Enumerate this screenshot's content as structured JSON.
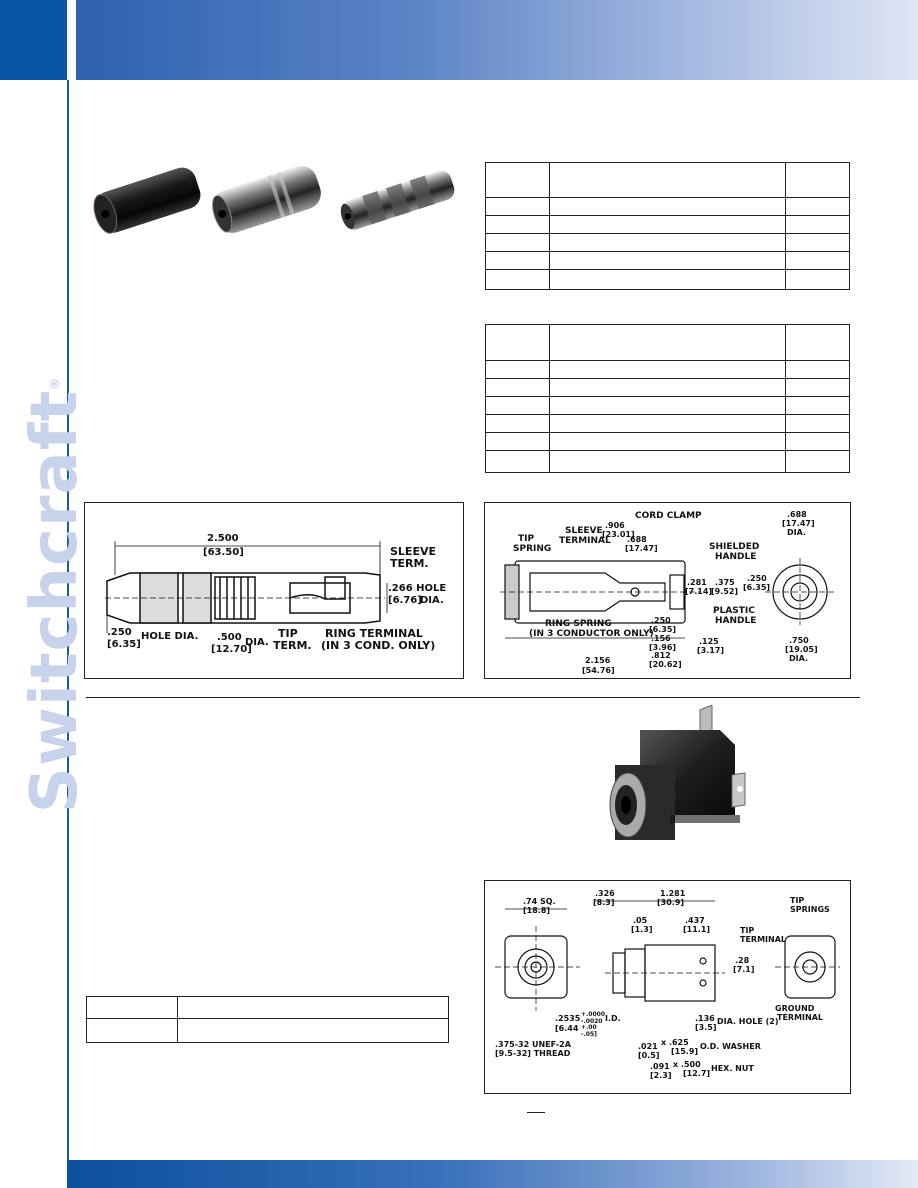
{
  "brand": {
    "name": "Switchcraft",
    "mark": "®",
    "colors": {
      "primary": "#0a56a6",
      "accent_light": "#c7d3ea"
    }
  },
  "diagram_plug": {
    "length": "2.500",
    "length_mm": "[63.50]",
    "sleeve_term": "SLEEVE",
    "sleeve_term2": "TERM.",
    "hole_266": ".266 HOLE",
    "hole_266_mm": "[6.76]",
    "hole_266_dia": "DIA.",
    "hole_250": ".250",
    "hole_250_mm": "[6.35]",
    "hole_250_label": "HOLE DIA.",
    "dia_500": ".500",
    "dia_500_mm": "[12.70]",
    "dia_label": "DIA.",
    "tip_term": "TIP",
    "tip_term2": "TERM.",
    "ring_terminal": "RING TERMINAL",
    "ring_terminal2": "(IN 3 COND. ONLY)"
  },
  "diagram_handle": {
    "cord_clamp": "CORD CLAMP",
    "d906": ".906",
    "d906_mm": "[23.01]",
    "d688": ".688",
    "d688_mm": "[17.47]",
    "tip_spring": "TIP",
    "tip_spring2": "SPRING",
    "sleeve_terminal": "SLEEVE",
    "sleeve_terminal2": "TERMINAL",
    "shielded": "SHIELDED",
    "handle": "HANDLE",
    "d688b": ".688",
    "d688b_mm": "[17.47]",
    "dia": "DIA.",
    "d281": ".281",
    "d281_mm": "[7.14]",
    "d375": ".375",
    "d375_mm": "[9.52]",
    "d250": ".250",
    "d250_mm": "[6.35]",
    "ring_spring": "RING SPRING",
    "ring_spring2": "(IN 3 CONDUCTOR ONLY)",
    "d250b": ".250",
    "d250b_mm": "[6.35]",
    "d156": ".156",
    "d156_mm": "[3.96]",
    "d812": ".812",
    "d812_mm": "[20.62]",
    "d125": ".125",
    "d125_mm": "[3.17]",
    "plastic": "PLASTIC",
    "plastic_handle": "HANDLE",
    "d750": ".750",
    "d750_mm": "[19.05]",
    "dia2": "DIA.",
    "d2156": "2.156",
    "d2156_mm": "[54.76]"
  },
  "diagram_jack": {
    "sq74": ".74 SQ.",
    "sq74_mm": "[18.8]",
    "d326": ".326",
    "d326_mm": "[8.3]",
    "d1281": "1.281",
    "d1281_mm": "[30.9]",
    "d05": ".05",
    "d05_mm": "[1.3]",
    "d437": ".437",
    "d437_mm": "[11.1]",
    "tip_springs": "TIP",
    "tip_springs2": "SPRINGS",
    "tip_terminal": "TIP",
    "tip_terminal2": "TERMINAL",
    "d28": ".28",
    "d28_mm": "[7.1]",
    "d2535": ".2535",
    "tol_plus": "+.0000",
    "tol_minus": "-.0020",
    "id": "I.D.",
    "d644": "[6.44",
    "tol_mm_plus": "+.00",
    "tol_mm_minus": "-.05]",
    "thread": ".375-32 UNEF-2A",
    "thread_mm": "[9.5-32] THREAD",
    "d021": ".021",
    "d021_mm": "[0.5]",
    "washer": "x .625",
    "washer_mm": "[15.9]",
    "washer_label": "O.D. WASHER",
    "d136": ".136",
    "d136_mm": "[3.5]",
    "hole2": "DIA. HOLE (2)",
    "ground": "GROUND",
    "ground2": "TERMINAL",
    "d091": ".091",
    "d091_mm": "[2.3]",
    "nut": "x .500",
    "nut_mm": "[12.7]",
    "nut_label": "HEX. NUT"
  }
}
